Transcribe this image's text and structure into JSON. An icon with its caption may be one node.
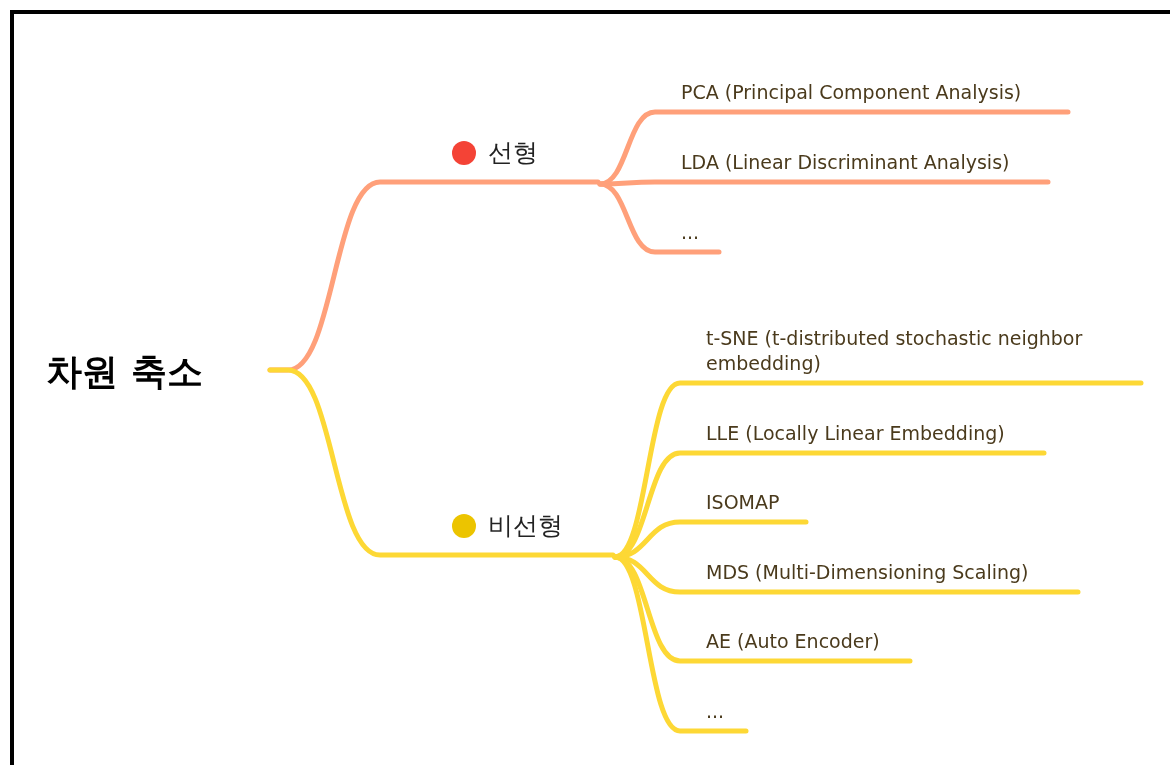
{
  "diagram": {
    "nodes": [
      {
        "text": [
          "차원 축소"
        ]
      },
      {
        "text": [
          "선형"
        ]
      },
      {
        "text": [
          "PCA (Principal Component Analysis)"
        ]
      },
      {
        "text": [
          "LDA (Linear Discriminant Analysis)"
        ]
      },
      {
        "text": [
          "..."
        ]
      },
      {
        "text": [
          "비선형"
        ]
      },
      {
        "text": [
          "t-SNE (t-distributed stochastic neighbor embedding)"
        ]
      },
      {
        "text": [
          "LLE (Locally Linear Embedding)"
        ]
      },
      {
        "text": [
          "ISOMAP"
        ]
      },
      {
        "text": [
          "MDS (Multi-Dimensioning Scaling)"
        ]
      },
      {
        "text": [
          "AE (Auto Encoder)"
        ]
      },
      {
        "text": [
          "..."
        ]
      }
    ],
    "edges": [
      {
        "from": 0,
        "to": 1,
        "arrow": "none",
        "color": "#ffa07a"
      },
      {
        "from": 1,
        "to": 2,
        "arrow": "none",
        "color": "#ffa07a"
      },
      {
        "from": 1,
        "to": 3,
        "arrow": "none",
        "color": "#ffa07a"
      },
      {
        "from": 1,
        "to": 4,
        "arrow": "none",
        "color": "#ffa07a"
      },
      {
        "from": 0,
        "to": 5,
        "arrow": "none"
      },
      {
        "from": 5,
        "to": 6,
        "arrow": "none"
      },
      {
        "from": 5,
        "to": 7,
        "arrow": "none"
      },
      {
        "from": 5,
        "to": 8,
        "arrow": "none"
      },
      {
        "from": 5,
        "to": 9,
        "arrow": "none"
      },
      {
        "from": 5,
        "to": 10,
        "arrow": "none"
      },
      {
        "from": 5,
        "to": 11,
        "arrow": "none"
      }
    ]
  }
}
